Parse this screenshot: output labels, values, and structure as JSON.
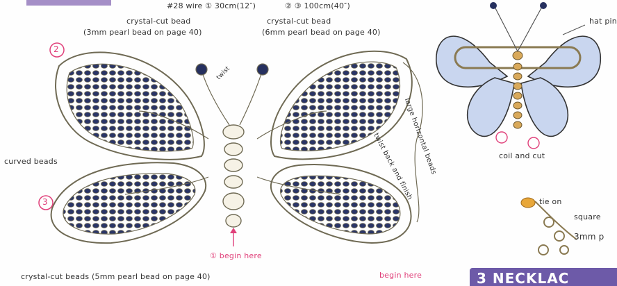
{
  "header": {
    "wire_spec": "#28 wire ① 30cm(12″)",
    "wire_spec2": "② ③ 100cm(40″)"
  },
  "labels": {
    "crystal_cut_bead_left": "crystal-cut bead",
    "crystal_cut_bead_left_note": "(3mm pearl bead on page 40)",
    "crystal_cut_bead_right": "crystal-cut bead",
    "crystal_cut_bead_right_note": "(6mm pearl bead on page 40)",
    "twist_small": "twist",
    "large_horizontal": "large horizontal beads",
    "twist_back": "twist back and finish",
    "curved_beads": "curved beads",
    "begin_here": "① begin here",
    "bottom_note": "crystal-cut beads (5mm pearl bead on page 40)",
    "begin_here_2": "begin here",
    "num_2": "2",
    "num_3": "3",
    "hat_pin": "hat pin",
    "coil_and_cut": "coil and cut",
    "tie_on": "tie on",
    "square": "square",
    "three_mm": "3mm p",
    "necklace": "3 NECKLAC"
  },
  "colors": {
    "bead_outline": "#6f6a54",
    "bead_dark": "#1f2b5a",
    "wing_blue": "#c9d6ef",
    "accent_pink": "#e0407a",
    "header_purple": "#a58fc7",
    "banner_purple": "#6d5aa8",
    "gold": "#e8a73a"
  }
}
